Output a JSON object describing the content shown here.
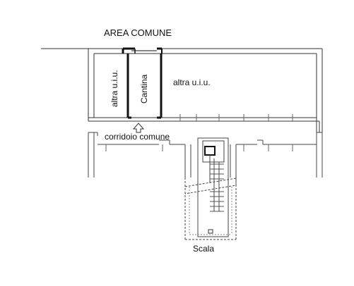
{
  "labels": {
    "area_comune": "AREA COMUNE",
    "altra_uiu_left": "altra u.i.u.",
    "cantina": "Cantina",
    "altra_uiu_right": "altra u.i.u.",
    "corridoio": "corridoio comune",
    "scala": "Scala"
  }
}
